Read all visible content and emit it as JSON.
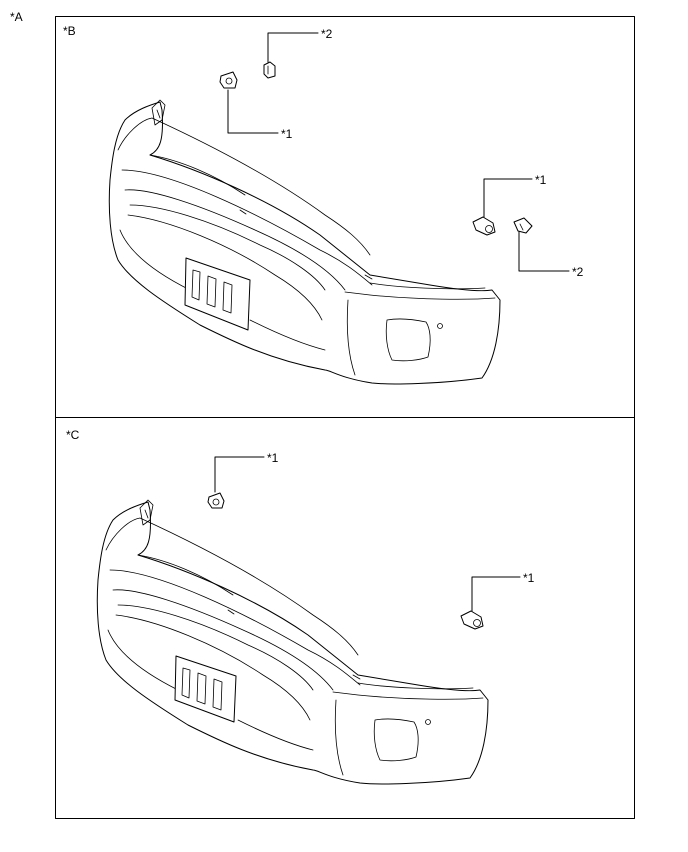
{
  "figure_label": "*A",
  "panels": [
    {
      "label": "*B",
      "callouts": [
        "*1",
        "*2",
        "*1",
        "*2"
      ]
    },
    {
      "label": "*C",
      "callouts": [
        "*1",
        "*1"
      ]
    }
  ]
}
